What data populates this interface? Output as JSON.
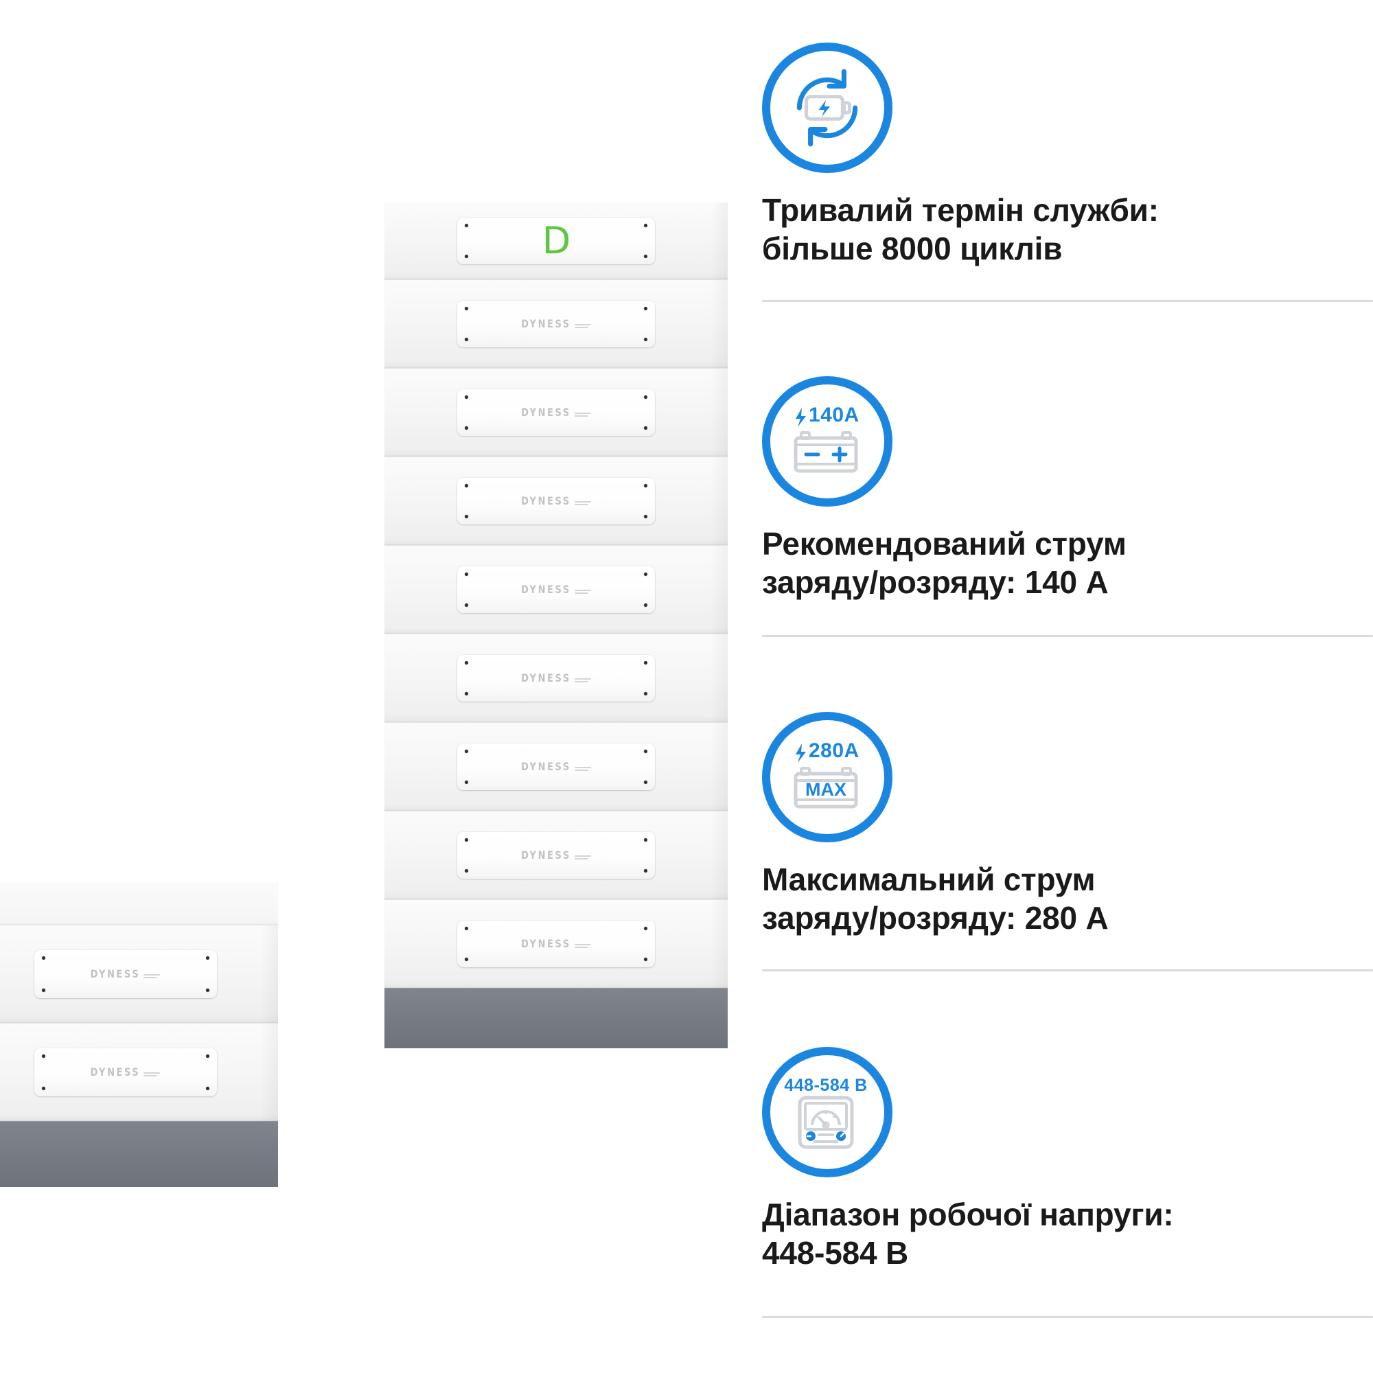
{
  "product": {
    "name": "dyness-battery-stack-photo",
    "tower": {
      "module_count": 9,
      "top_module_logo": "D",
      "modules": [
        {
          "label": "DYNESS"
        },
        {
          "label": "DYNESS"
        },
        {
          "label": "DYNESS"
        },
        {
          "label": "DYNESS"
        },
        {
          "label": "DYNESS"
        },
        {
          "label": "DYNESS"
        },
        {
          "label": "DYNESS"
        },
        {
          "label": "DYNESS"
        }
      ]
    },
    "short_stack": {
      "module_count": 2,
      "modules": [
        {
          "label": "DYNESS"
        },
        {
          "label": "DYNESS"
        }
      ]
    },
    "colors": {
      "logo_green": "#5cc73f",
      "base_gray": "#767b83",
      "case_white": "#f6f6f6"
    }
  },
  "features": [
    {
      "icon": "battery-cycle-icon",
      "icon_label": "",
      "text": "Тривалий термін служби:\nбільше 8000 циклів"
    },
    {
      "icon": "battery-current-icon",
      "icon_label": "140A",
      "icon_inner": "− +",
      "text": "Рекомендований струм\nзаряду/розряду: 140 А"
    },
    {
      "icon": "battery-max-current-icon",
      "icon_label": "280A",
      "icon_inner": "MAX",
      "text": "Максимальний струм\nзаряду/розряду: 280 А"
    },
    {
      "icon": "voltmeter-icon",
      "icon_label": "448-584 В",
      "text": "Діапазон робочої напруги:\n448-584 В"
    }
  ],
  "theme": {
    "accent_blue": "#1b86e0",
    "icon_gray": "#cfd2d6",
    "text_black": "#1a1a1a",
    "divider_gray": "#d9dadc",
    "background": "#ffffff"
  }
}
